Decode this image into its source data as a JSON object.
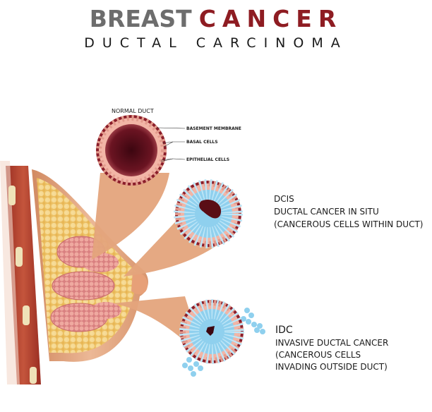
{
  "title": {
    "word1": "BREAST",
    "word2": "CANCER",
    "subtitle": "DUCTAL CARCINOMA",
    "colors": {
      "word1": "#6d6d6d",
      "word2": "#8e1c22",
      "subtitle": "#1a1a1a"
    }
  },
  "normal_duct": {
    "heading": "NORMAL DUCT",
    "labels": [
      "BASEMENT MEMBRANE",
      "BASAL CELLS",
      "EPITHELIAL CELLS"
    ]
  },
  "dcis": {
    "abbr": "DCIS",
    "name": "DUCTAL CANCER IN SITU",
    "desc": "(CANCEROUS CELLS WITHIN DUCT)"
  },
  "idc": {
    "abbr": "IDC",
    "name": "INVASIVE DUCTAL CANCER",
    "desc_line1": "(CANCEROUS CELLS",
    "desc_line2": "INVADING OUTSIDE DUCT)"
  },
  "illustration": {
    "subjects": [
      "breast-cross-section",
      "pectoral-muscle",
      "lobules",
      "normal-duct",
      "dcis-duct",
      "idc-duct"
    ],
    "colors": {
      "membrane": "#8b1e2a",
      "cell": "#f2b5a6",
      "cancer_cell": "#8fd0ee",
      "lumen": "#4a0a12",
      "skin": "#e2a782",
      "fat": "#f1c765",
      "muscle": "#b2412f"
    }
  }
}
